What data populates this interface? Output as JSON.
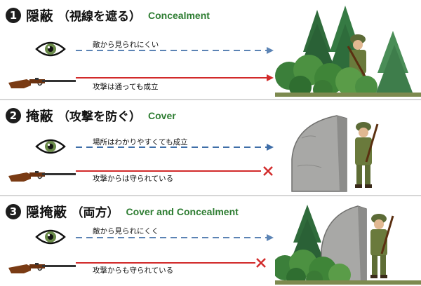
{
  "colors": {
    "sight_line": "#3f6ea8",
    "attack_line": "#d22a2a",
    "blocked_mark": "#d22a2a",
    "english_title": "#2e7d32"
  },
  "panels": [
    {
      "number": "1",
      "title_jp": "隠蔽",
      "title_paren": "（視線を遮る）",
      "title_en": "Concealment",
      "sight_label": "敵から見られにくい",
      "attack_label": "攻撃は通っても成立",
      "sight_blocked": false,
      "attack_blocked": false,
      "scene": "trees-soldier"
    },
    {
      "number": "2",
      "title_jp": "掩蔽",
      "title_paren": "（攻撃を防ぐ）",
      "title_en": "Cover",
      "sight_label": "場所はわかりやすくても成立",
      "attack_label": "攻撃からは守られている",
      "sight_blocked": false,
      "attack_blocked": true,
      "scene": "wall-soldier"
    },
    {
      "number": "3",
      "title_jp": "隠掩蔽",
      "title_paren": "（両方）",
      "title_en": "Cover and Concealment",
      "sight_label": "敵から見られにくく",
      "attack_label": "攻撃からも守られている",
      "sight_blocked": false,
      "attack_blocked": true,
      "scene": "trees-wall-soldier"
    }
  ]
}
